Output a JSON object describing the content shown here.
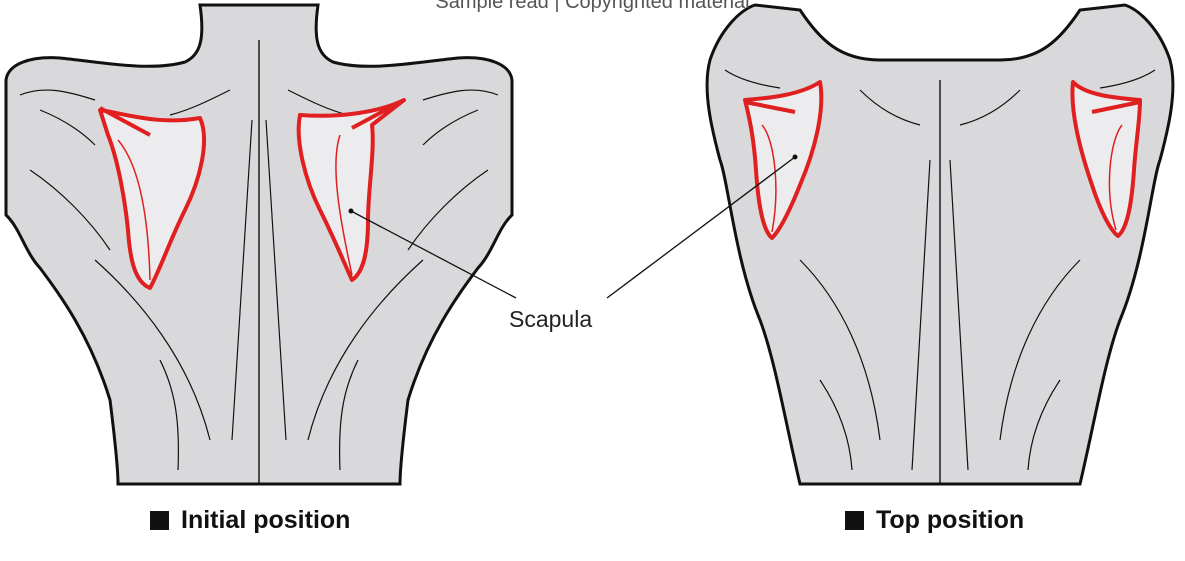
{
  "watermark": "Sample read | Copyrighted material",
  "annotation": {
    "label": "Scapula"
  },
  "captions": {
    "left": "Initial position",
    "right": "Top position"
  },
  "colors": {
    "body_fill": "#d9d9dc",
    "outline": "#111111",
    "scapula_stroke": "#e02020",
    "scapula_fill": "#ececef"
  },
  "icons": {
    "caption_marker": "square-bullet-icon"
  }
}
